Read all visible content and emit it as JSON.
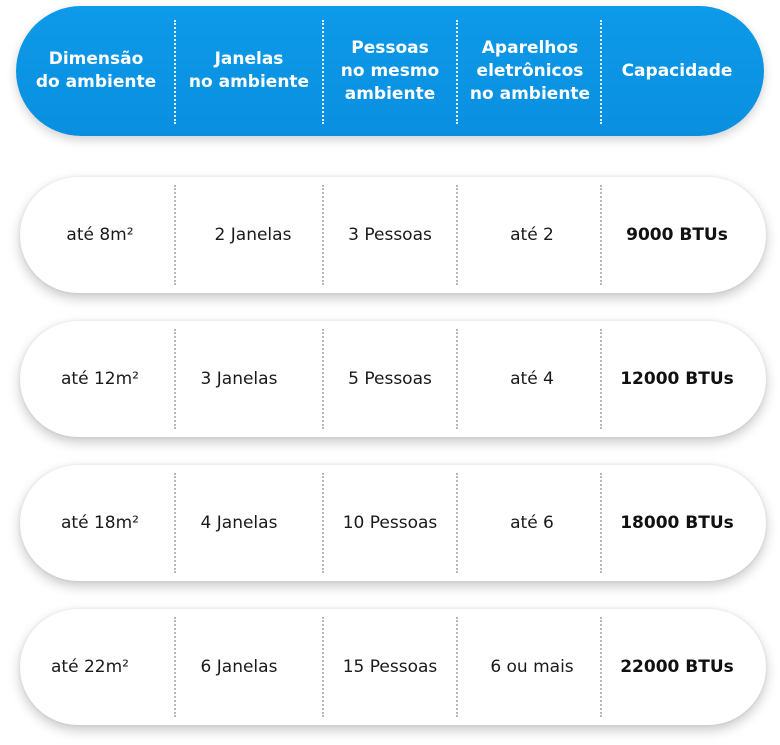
{
  "header": {
    "dimensao": "Dimensão\ndo ambiente",
    "janelas": "Janelas\nno ambiente",
    "pessoas": "Pessoas\nno mesmo\nambiente",
    "aparelhos": "Aparelhos\neletrônicos\nno ambiente",
    "capacidade": "Capacidade"
  },
  "rows": [
    {
      "dimensao": "até 8m²",
      "janelas": "2 Janelas",
      "pessoas": "3 Pessoas",
      "aparelhos": "até 2",
      "capacidade": "9000 BTUs"
    },
    {
      "dimensao": "até 12m²",
      "janelas": "3 Janelas",
      "pessoas": "5 Pessoas",
      "aparelhos": "até 4",
      "capacidade": "12000 BTUs"
    },
    {
      "dimensao": "até 18m²",
      "janelas": "4 Janelas",
      "pessoas": "10 Pessoas",
      "aparelhos": "até 6",
      "capacidade": "18000 BTUs"
    },
    {
      "dimensao": "até 22m²",
      "janelas": "6 Janelas",
      "pessoas": "15 Pessoas",
      "aparelhos": "6 ou mais",
      "capacidade": "22000 BTUs"
    }
  ],
  "colors": {
    "header_bg": "#0a8fe0",
    "header_text": "#ffffff",
    "row_text": "#1a1a1a"
  }
}
